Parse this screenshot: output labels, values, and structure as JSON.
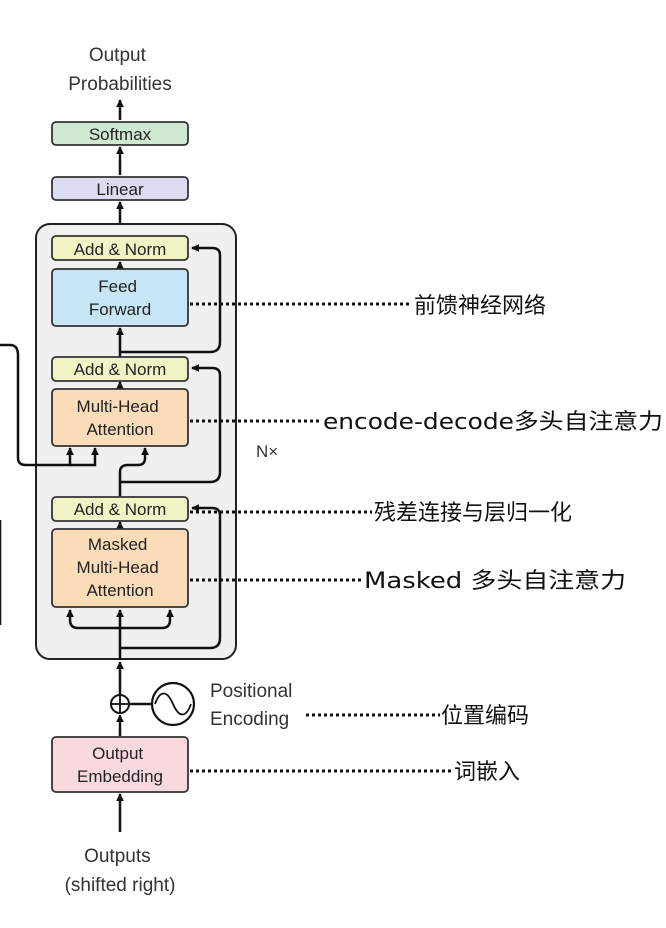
{
  "output_label": [
    "Output",
    "Probabilities"
  ],
  "softmax": "Softmax",
  "linear": "Linear",
  "add_norm_top": "Add & Norm",
  "feed_forward": [
    "Feed",
    "Forward"
  ],
  "add_norm_mid": "Add & Norm",
  "cross_attention": [
    "Multi-Head",
    "Attention"
  ],
  "repeat_label": "N×",
  "add_norm_bottom": "Add & Norm",
  "masked_attention": [
    "Masked",
    "Multi-Head",
    "Attention"
  ],
  "positional_encoding": [
    "Positional",
    "Encoding"
  ],
  "output_embedding": [
    "Output",
    "Embedding"
  ],
  "inputs_label": [
    "Outputs",
    "(shifted right)"
  ],
  "annotations": {
    "feed_forward": "前馈神经网络",
    "cross_attention": "encode-decode多头自注意力",
    "add_norm": "残差连接与层归一化",
    "masked_attention": "Masked 多头自注意力",
    "positional_encoding": "位置编码",
    "embedding": "词嵌入"
  },
  "colors": {
    "softmax": "#cfe8d2",
    "linear": "#dcdcf0",
    "add_norm": "#f0f4c4",
    "feed_forward": "#c6e6f5",
    "attention": "#fbdcb8",
    "embedding": "#f9d9dd",
    "layer_bg": "#f0f0f0"
  }
}
